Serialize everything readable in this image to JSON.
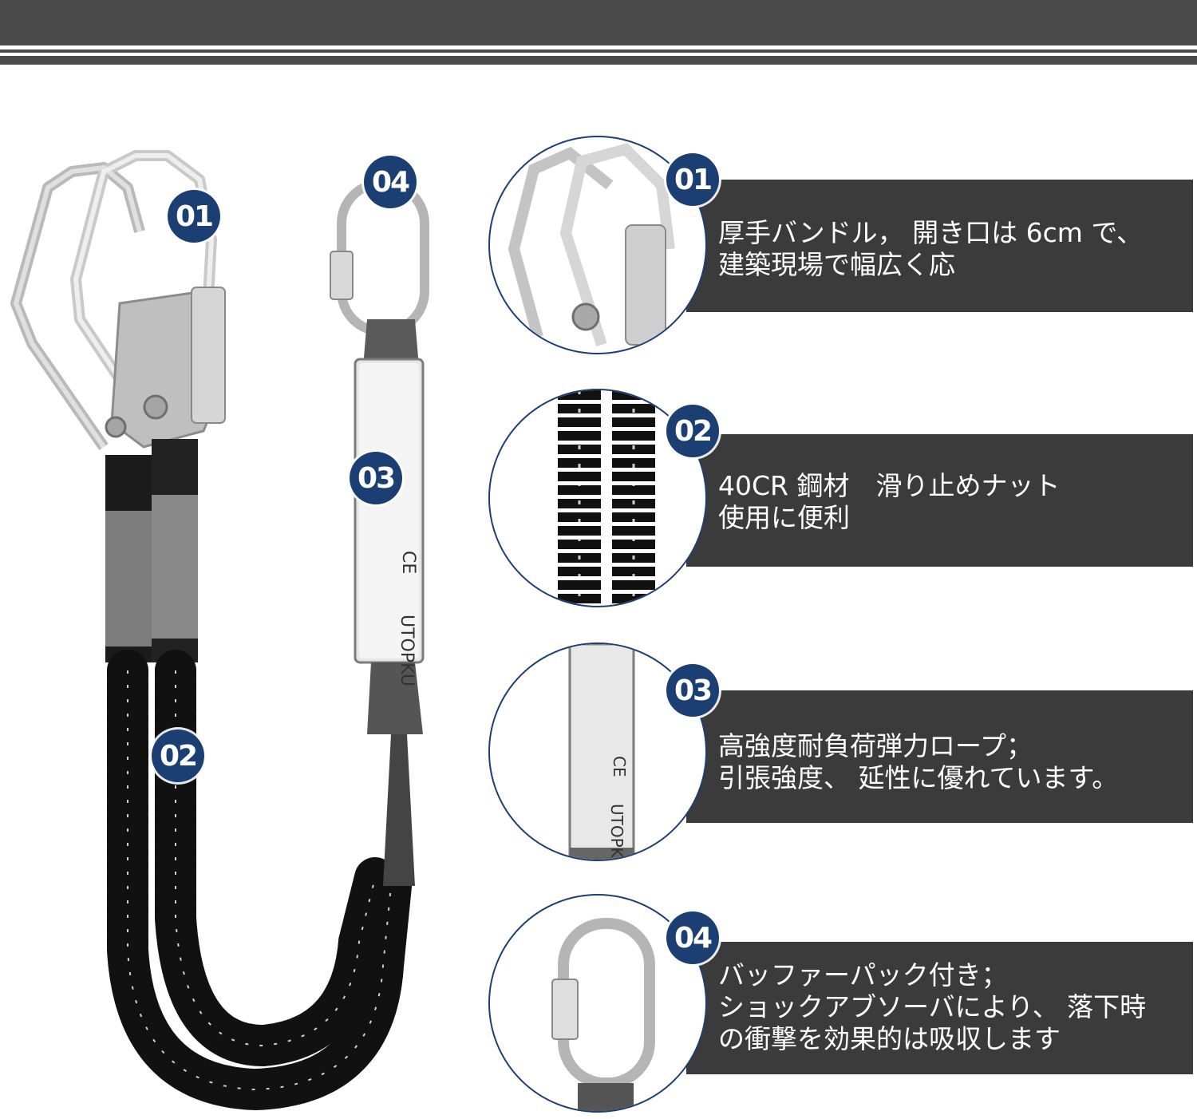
{
  "header": {},
  "product": {
    "badges": [
      "01",
      "02",
      "03",
      "04"
    ],
    "absorber_label": {
      "brand": "UTOPKU",
      "ce": "CE"
    }
  },
  "features": [
    {
      "badge": "01",
      "lines": [
        "厚手バンドル， 開き口は 6cm で、",
        "建築現場で幅広く応"
      ]
    },
    {
      "badge": "02",
      "lines": [
        "40CR 鋼材　滑り止めナット",
        "使用に便利"
      ]
    },
    {
      "badge": "03",
      "lines": [
        "高強度耐負荷弾力ロープ；",
        "引張強度、 延性に優れています。"
      ]
    },
    {
      "badge": "04",
      "lines": [
        "バッファーパック付き；",
        "ショックアブソーバにより、 落下時",
        "の衝撃を効果的は吸収します"
      ]
    }
  ]
}
